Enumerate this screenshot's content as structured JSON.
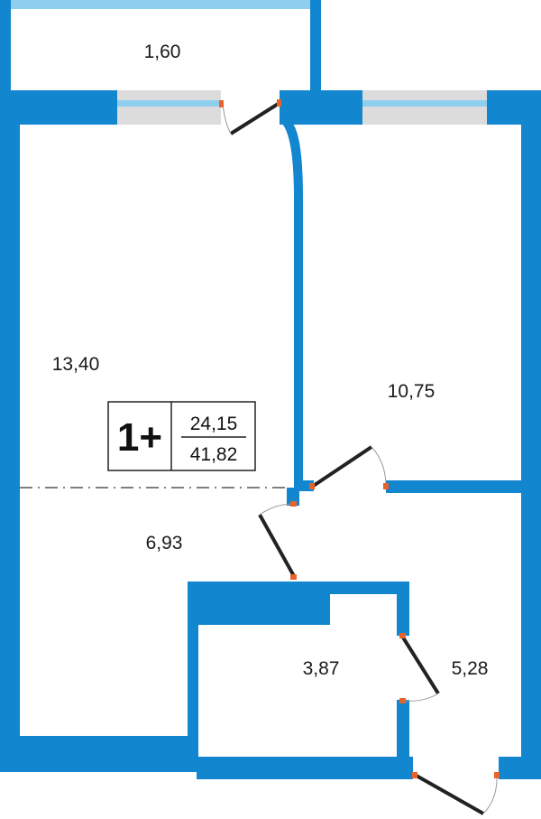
{
  "colors": {
    "wall": "#1286cf",
    "glass": "#8ecff0",
    "sill": "#dcdcdc",
    "hinge": "#e8632b",
    "door": "#222222"
  },
  "rooms": [
    {
      "id": "balcony",
      "area": "1,60"
    },
    {
      "id": "living-room",
      "area": "13,40"
    },
    {
      "id": "bedroom",
      "area": "10,75"
    },
    {
      "id": "kitchen-zone",
      "area": "6,93"
    },
    {
      "id": "bathroom",
      "area": "3,87"
    },
    {
      "id": "hallway",
      "area": "5,28"
    }
  ],
  "badge": {
    "rooms": "1+",
    "living_area": "24,15",
    "total_area": "41,82"
  }
}
